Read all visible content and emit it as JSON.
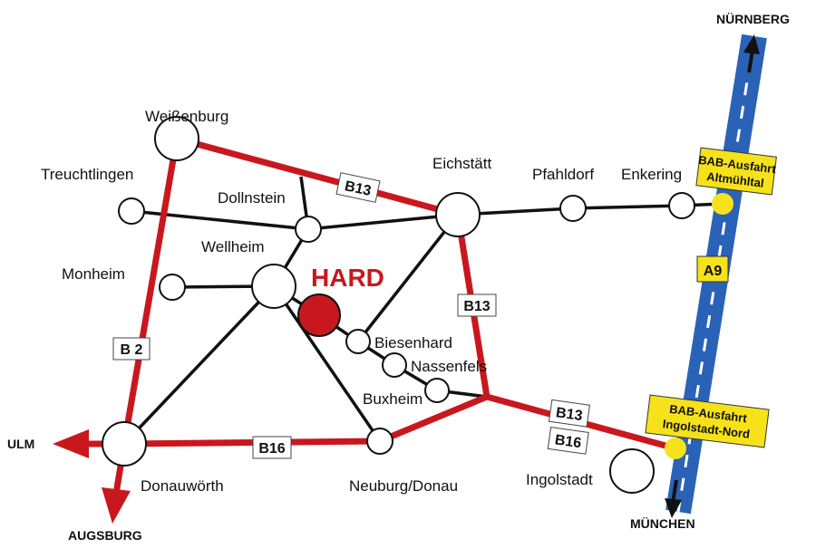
{
  "title": "HARD",
  "towns": {
    "weissenburg": "Weißenburg",
    "treuchtlingen": "Treuchtlingen",
    "dollnstein": "Dollnstein",
    "eichstaett": "Eichstätt",
    "pfahldorf": "Pfahldorf",
    "enkering": "Enkering",
    "monheim": "Monheim",
    "wellheim": "Wellheim",
    "biesenhard": "Biesenhard",
    "nassenfels": "Nassenfels",
    "buxheim": "Buxheim",
    "neuburg": "Neuburg/Donau",
    "donauwoerth": "Donauwörth",
    "ingolstadt": "Ingolstadt"
  },
  "directions": {
    "north": "NÜRNBERG",
    "south": "MÜNCHEN",
    "west": "ULM",
    "southwest": "AUGSBURG"
  },
  "roads": {
    "b13a": "B13",
    "b13b": "B13",
    "b13c": "B13",
    "b2": "B 2",
    "b16a": "B16",
    "b16b": "B16",
    "a9": "A9"
  },
  "exits": {
    "altmuehltal": [
      "BAB-Ausfahrt",
      "Altmühltal"
    ],
    "ingolstadt_nord": [
      "BAB-Ausfahrt",
      "Ingolstadt-Nord"
    ]
  },
  "colors": {
    "federal_road": "#c8181e",
    "autobahn": "#2a62b8",
    "exit": "#f5e21a"
  }
}
